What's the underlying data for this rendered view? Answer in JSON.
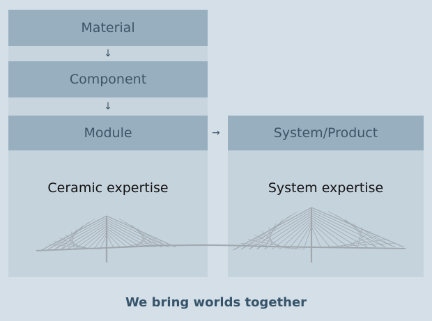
{
  "diagram": {
    "stages": [
      "Material",
      "Component",
      "Module"
    ],
    "down_arrow": "↓",
    "right_arrow": "→",
    "target_stage": "System/Product",
    "left_expertise": "Ceramic expertise",
    "right_expertise": "System expertise",
    "tagline": "We bring worlds together"
  },
  "colors": {
    "background": "#d4dfe8",
    "header": "#98afbf",
    "panel": "#c5d3dd",
    "bridge": "#a0a8ae",
    "tagline": "#37546a"
  }
}
